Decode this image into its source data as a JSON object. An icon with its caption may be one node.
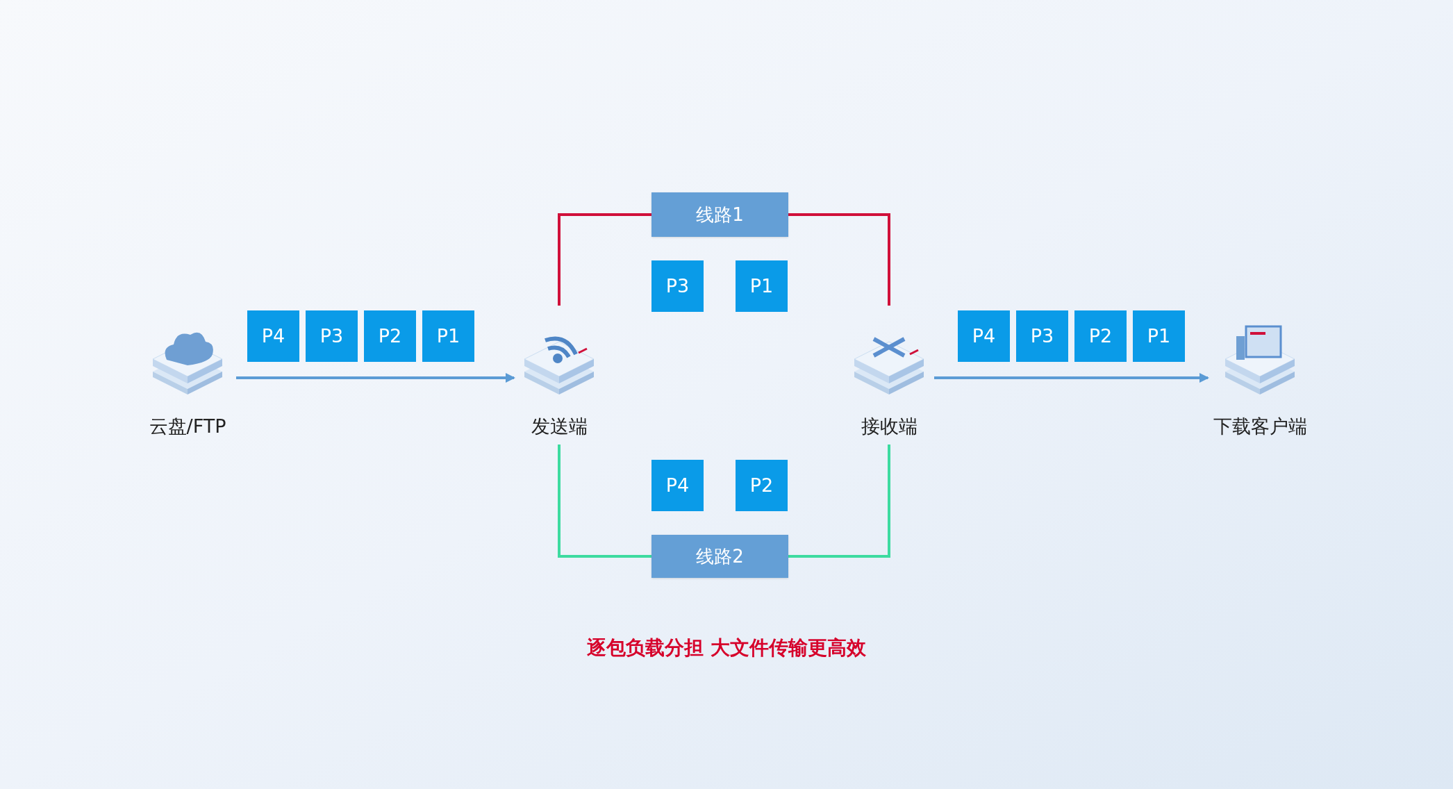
{
  "diagram": {
    "caption": "逐包负载分担 大文件传输更高效",
    "nodes": [
      {
        "text": [
          "线路1"
        ]
      },
      {
        "text": [
          "P3"
        ]
      },
      {
        "text": [
          "P1"
        ]
      },
      {
        "text": [
          "云盘/FTP"
        ]
      },
      {
        "text": [
          "P4"
        ]
      },
      {
        "text": [
          "P3"
        ]
      },
      {
        "text": [
          "P2"
        ]
      },
      {
        "text": [
          "P1"
        ]
      },
      {
        "text": [
          "发送端"
        ]
      },
      {
        "text": [
          "接收端"
        ]
      },
      {
        "text": [
          "P4"
        ]
      },
      {
        "text": [
          "P3"
        ]
      },
      {
        "text": [
          "P2"
        ]
      },
      {
        "text": [
          "P1"
        ]
      },
      {
        "text": [
          "下载客户端"
        ]
      },
      {
        "text": [
          "P4"
        ]
      },
      {
        "text": [
          "P2"
        ]
      },
      {
        "text": [
          "线路2"
        ]
      }
    ],
    "edges": [
      {
        "from": 3,
        "to": 8,
        "arrow": "to",
        "color": "#5b9bd5"
      },
      {
        "from": 9,
        "to": 14,
        "arrow": "to",
        "color": "#5b9bd5"
      },
      {
        "from": 8,
        "to": 0,
        "arrow": "none",
        "color": "#d0103a"
      },
      {
        "from": 0,
        "to": 9,
        "arrow": "none",
        "color": "#d0103a"
      },
      {
        "from": 8,
        "to": 17,
        "arrow": "none",
        "color": "#3ddba0"
      },
      {
        "from": 17,
        "to": 9,
        "arrow": "none",
        "color": "#3ddba0"
      }
    ]
  }
}
